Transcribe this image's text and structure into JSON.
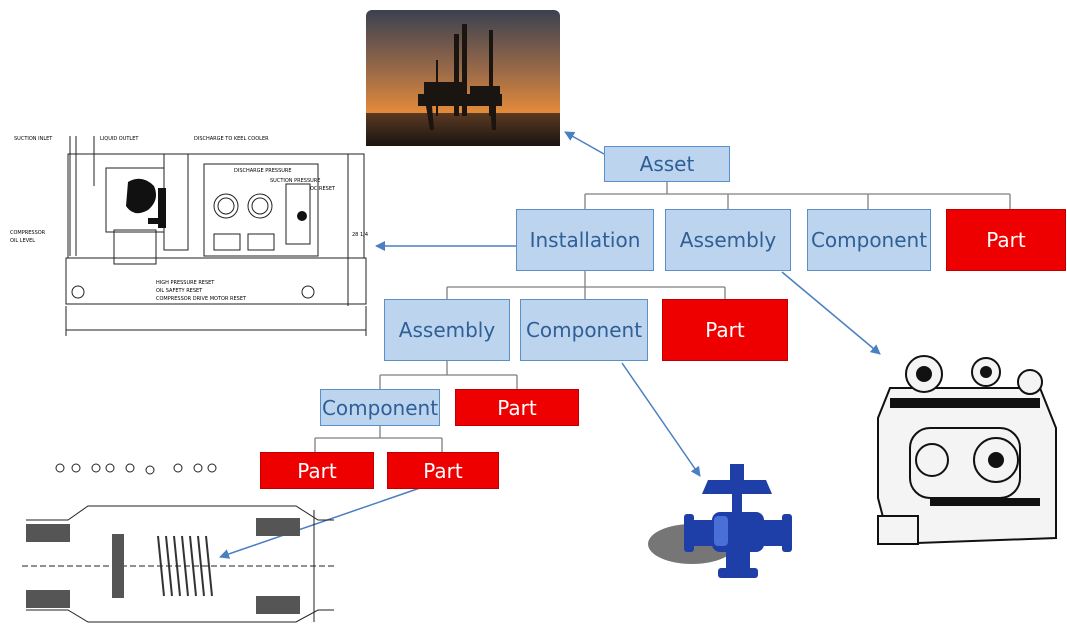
{
  "nodes": {
    "asset": "Asset",
    "installation": "Installation",
    "assembly_top": "Assembly",
    "component_top": "Component",
    "part_top": "Part",
    "assembly_mid": "Assembly",
    "component_mid": "Component",
    "part_mid": "Part",
    "component_low": "Component",
    "part_low": "Part",
    "part_bottom_1": "Part",
    "part_bottom_2": "Part"
  },
  "colors": {
    "node_fill": "#bcd4ee",
    "node_text": "#2f5f96",
    "part_fill": "#ee0000",
    "connector": "#7f7f7f",
    "arrow": "#4a7fc1"
  },
  "illustrations": {
    "oil_rig_photo": "offshore oil rig at sunset",
    "refrigeration_unit_drawing": "technical drawing of compressor unit",
    "valve_cross_section": "valve cross-section drawing",
    "control_valve": "blue control valve",
    "compressor": "compressor engine illustration"
  },
  "drawing_labels": {
    "suction_inlet": "SUCTION INLET",
    "liquid_outlet": "LIQUID OUTLET",
    "discharge_keel": "DISCHARGE TO KEEL COOLER",
    "discharge_pressure": "DISCHARGE PRESSURE",
    "suction_pressure": "SUCTION PRESSURE",
    "oc_reset": "OC RESET",
    "compressor_oil": "COMPRESSOR",
    "oil_level": "OIL LEVEL",
    "hp_reset": "HIGH PRESSURE RESET",
    "oil_safety": "OIL SAFETY RESET",
    "motor_reset": "COMPRESSOR DRIVE MOTOR RESET",
    "dim_side": "28 1/4"
  }
}
